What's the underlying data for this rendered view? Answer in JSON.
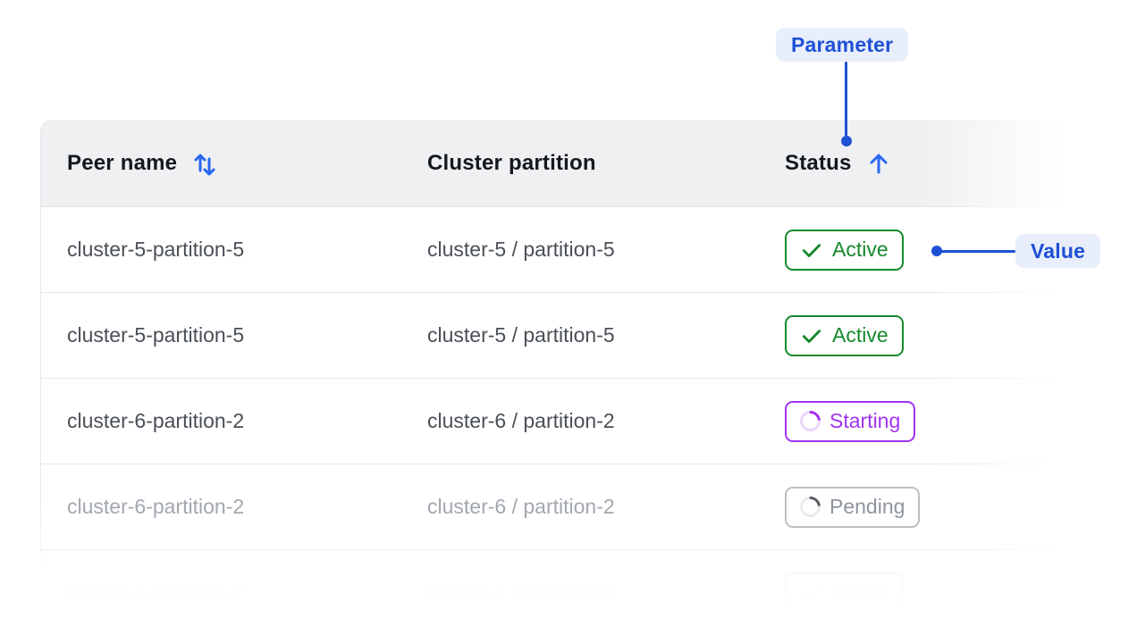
{
  "annotations": {
    "parameter": {
      "label": "Parameter",
      "points_to": "Status column header"
    },
    "value": {
      "label": "Value",
      "points_to": "Active status badge"
    }
  },
  "table": {
    "columns": [
      {
        "label": "Peer name",
        "sort_icon": "sort-both-icon"
      },
      {
        "label": "Cluster partition",
        "sort_icon": null
      },
      {
        "label": "Status",
        "sort_icon": "sort-asc-icon"
      }
    ],
    "rows": [
      {
        "peer_name": "cluster-5-partition-5",
        "cluster_partition": "cluster-5 / partition-5",
        "status": "Active",
        "status_kind": "active",
        "faded": false
      },
      {
        "peer_name": "cluster-5-partition-5",
        "cluster_partition": "cluster-5 / partition-5",
        "status": "Active",
        "status_kind": "active",
        "faded": false
      },
      {
        "peer_name": "cluster-6-partition-2",
        "cluster_partition": "cluster-6 / partition-2",
        "status": "Starting",
        "status_kind": "starting",
        "faded": false
      },
      {
        "peer_name": "cluster-6-partition-2",
        "cluster_partition": "cluster-6 / partition-2",
        "status": "Pending",
        "status_kind": "pending",
        "faded": true
      }
    ],
    "ghost_row": {
      "peer_name": "cluster-6-partition-2",
      "cluster_partition": "cluster-6 / partition-2",
      "status": "Active"
    }
  },
  "colors": {
    "annotation_blue": "#1d50d4",
    "annotation_pill_bg": "#e8eefb",
    "icon_blue": "#2966f2",
    "status_green": "#15892c",
    "status_purple": "#a232f2",
    "status_gray_text": "#8f959e",
    "header_bg": "#eef0f2",
    "divider": "#e5e7ea",
    "cell_text": "#4a4f57",
    "faded_cell_text": "#a2a7af"
  }
}
